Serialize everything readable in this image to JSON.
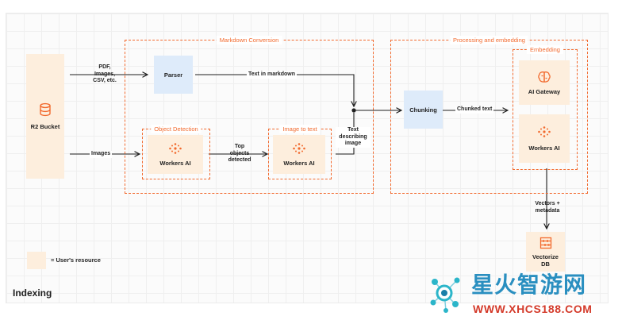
{
  "diagram": {
    "title": "Indexing",
    "groups": {
      "markdown_conversion": "Markdown Conversion",
      "processing_embedding": "Processing and embedding",
      "object_detection": "Object Detection",
      "image_to_text": "Image to text",
      "embedding": "Embedding"
    },
    "nodes": {
      "r2_bucket": "R2 Bucket",
      "parser": "Parser",
      "workers_ai_detect": "Workers AI",
      "workers_ai_img2text": "Workers AI",
      "chunking": "Chunking",
      "ai_gateway": "AI Gateway",
      "workers_ai_embed": "Workers AI",
      "vectorize_db_line1": "Vectorize",
      "vectorize_db_line2": "DB"
    },
    "edges": {
      "pdf_line1": "PDF,",
      "pdf_line2": "Images,",
      "pdf_line3": "CSV, etc.",
      "images": "Images",
      "text_in_markdown": "Text in markdown",
      "top_objects_line1": "Top",
      "top_objects_line2": "objects",
      "top_objects_line3": "detected",
      "text_describing_line1": "Text",
      "text_describing_line2": "describing",
      "text_describing_line3": "image",
      "chunked_text": "Chunked text",
      "vectors_line1": "Vectors +",
      "vectors_line2": "metadata"
    },
    "legend": {
      "users_resource": "= User's resource"
    },
    "watermark": {
      "brand": "星火智游网",
      "url": "WWW.XHCS188.COM"
    },
    "colors": {
      "accent": "#f26a2e",
      "peach": "#fdeedd",
      "blue": "#deebfa",
      "ink": "#1f1f1f"
    }
  }
}
